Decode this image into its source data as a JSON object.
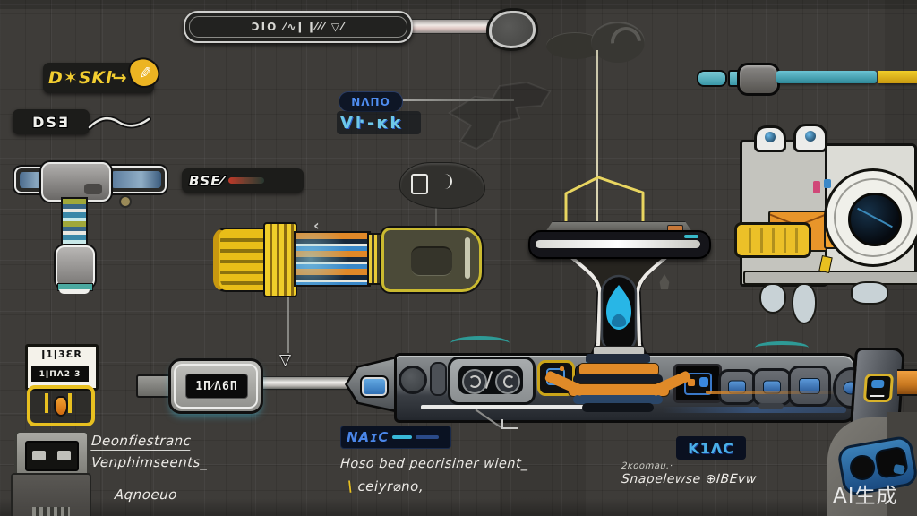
{
  "watermark": "AI生成",
  "icons": {
    "pen": "✎",
    "arrow_down": "▽",
    "tick": "‹"
  },
  "top_tool": {
    "handle_text": "ƆIO ⁄∿ǀ ǀ⁄⁄⁄ ▽⁄"
  },
  "labels": {
    "dsk": "D✶SKŀ→",
    "dsb": "DSƎ",
    "nano": "NΛΠO",
    "vikk": "Vŀ-ĸk",
    "bse": "BSE⁄"
  },
  "plug": {
    "screen": "1Π⁄Λ6Π"
  },
  "scanner": {
    "line1": "ǀ1ǀ3ƐR",
    "line2": "1ǀΠΛ2 3"
  },
  "notes": {
    "left1": "Deonfiestranc",
    "left2": "Venphimseents_",
    "left3": "Aqnoeuo",
    "center_tag": "NAɪC",
    "center1": "Hoso bed peorisiner wient_",
    "center_slash": "\\",
    "center2": "ceiyr⌀no,",
    "right_tag": "K1ΛC",
    "right1": "2ĸoomau.·",
    "right2": "Snapelewse ⊕IBEvw"
  },
  "colors": {
    "yellow": "#ecc61e",
    "blue": "#4a86e8",
    "cyan": "#38b8d8",
    "orange": "#e08a28",
    "teal": "#3aa8b8",
    "droplet": "#28b6e6"
  }
}
